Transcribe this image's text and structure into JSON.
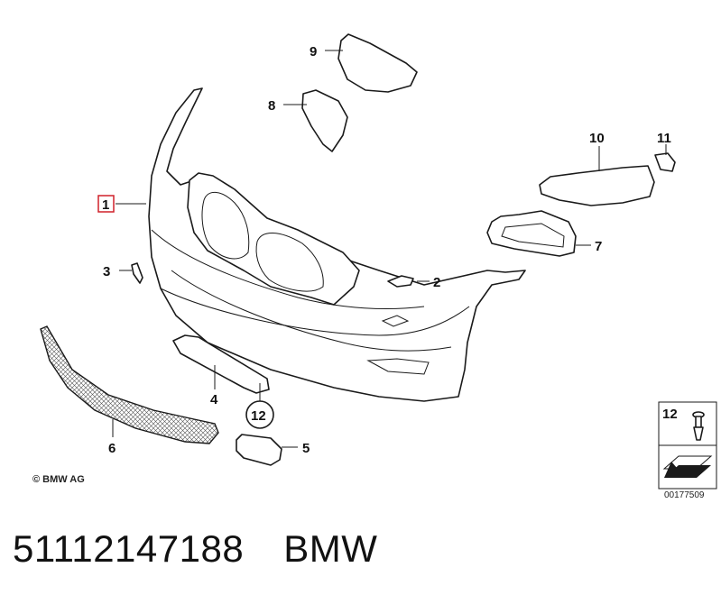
{
  "diagram": {
    "callouts": [
      {
        "id": "1",
        "label": "1"
      },
      {
        "id": "2",
        "label": "2"
      },
      {
        "id": "3",
        "label": "3"
      },
      {
        "id": "4",
        "label": "4"
      },
      {
        "id": "5",
        "label": "5"
      },
      {
        "id": "6",
        "label": "6"
      },
      {
        "id": "7",
        "label": "7"
      },
      {
        "id": "8",
        "label": "8"
      },
      {
        "id": "9",
        "label": "9"
      },
      {
        "id": "10",
        "label": "10"
      },
      {
        "id": "11",
        "label": "11"
      },
      {
        "id": "12",
        "label": "12"
      }
    ],
    "highlighted_callout": "1",
    "legend_box_label": "12",
    "copyright": "© BMW AG",
    "drawing_number": "00177509"
  },
  "caption": {
    "part_number": "51112147188",
    "brand": "BMW"
  },
  "colors": {
    "highlight": "#d0202a",
    "line": "#1a1a1a",
    "background": "#ffffff"
  }
}
